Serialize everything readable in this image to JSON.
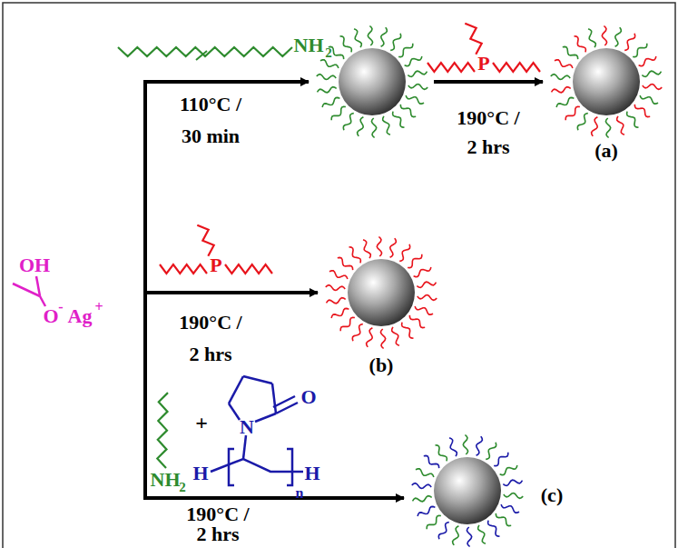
{
  "diagram": {
    "labels": [
      "OH",
      "O",
      "-",
      "Ag",
      "+",
      "NH",
      "2",
      "110°C /",
      "30 min",
      "P",
      "190°C /",
      "2 hrs",
      "(a)",
      "P",
      "190°C /",
      "2 hrs",
      "(b)",
      "NH",
      "2",
      "+",
      "N",
      "O",
      "H",
      "H",
      "n",
      "190°C /",
      "2 hrs",
      "(c)"
    ]
  }
}
